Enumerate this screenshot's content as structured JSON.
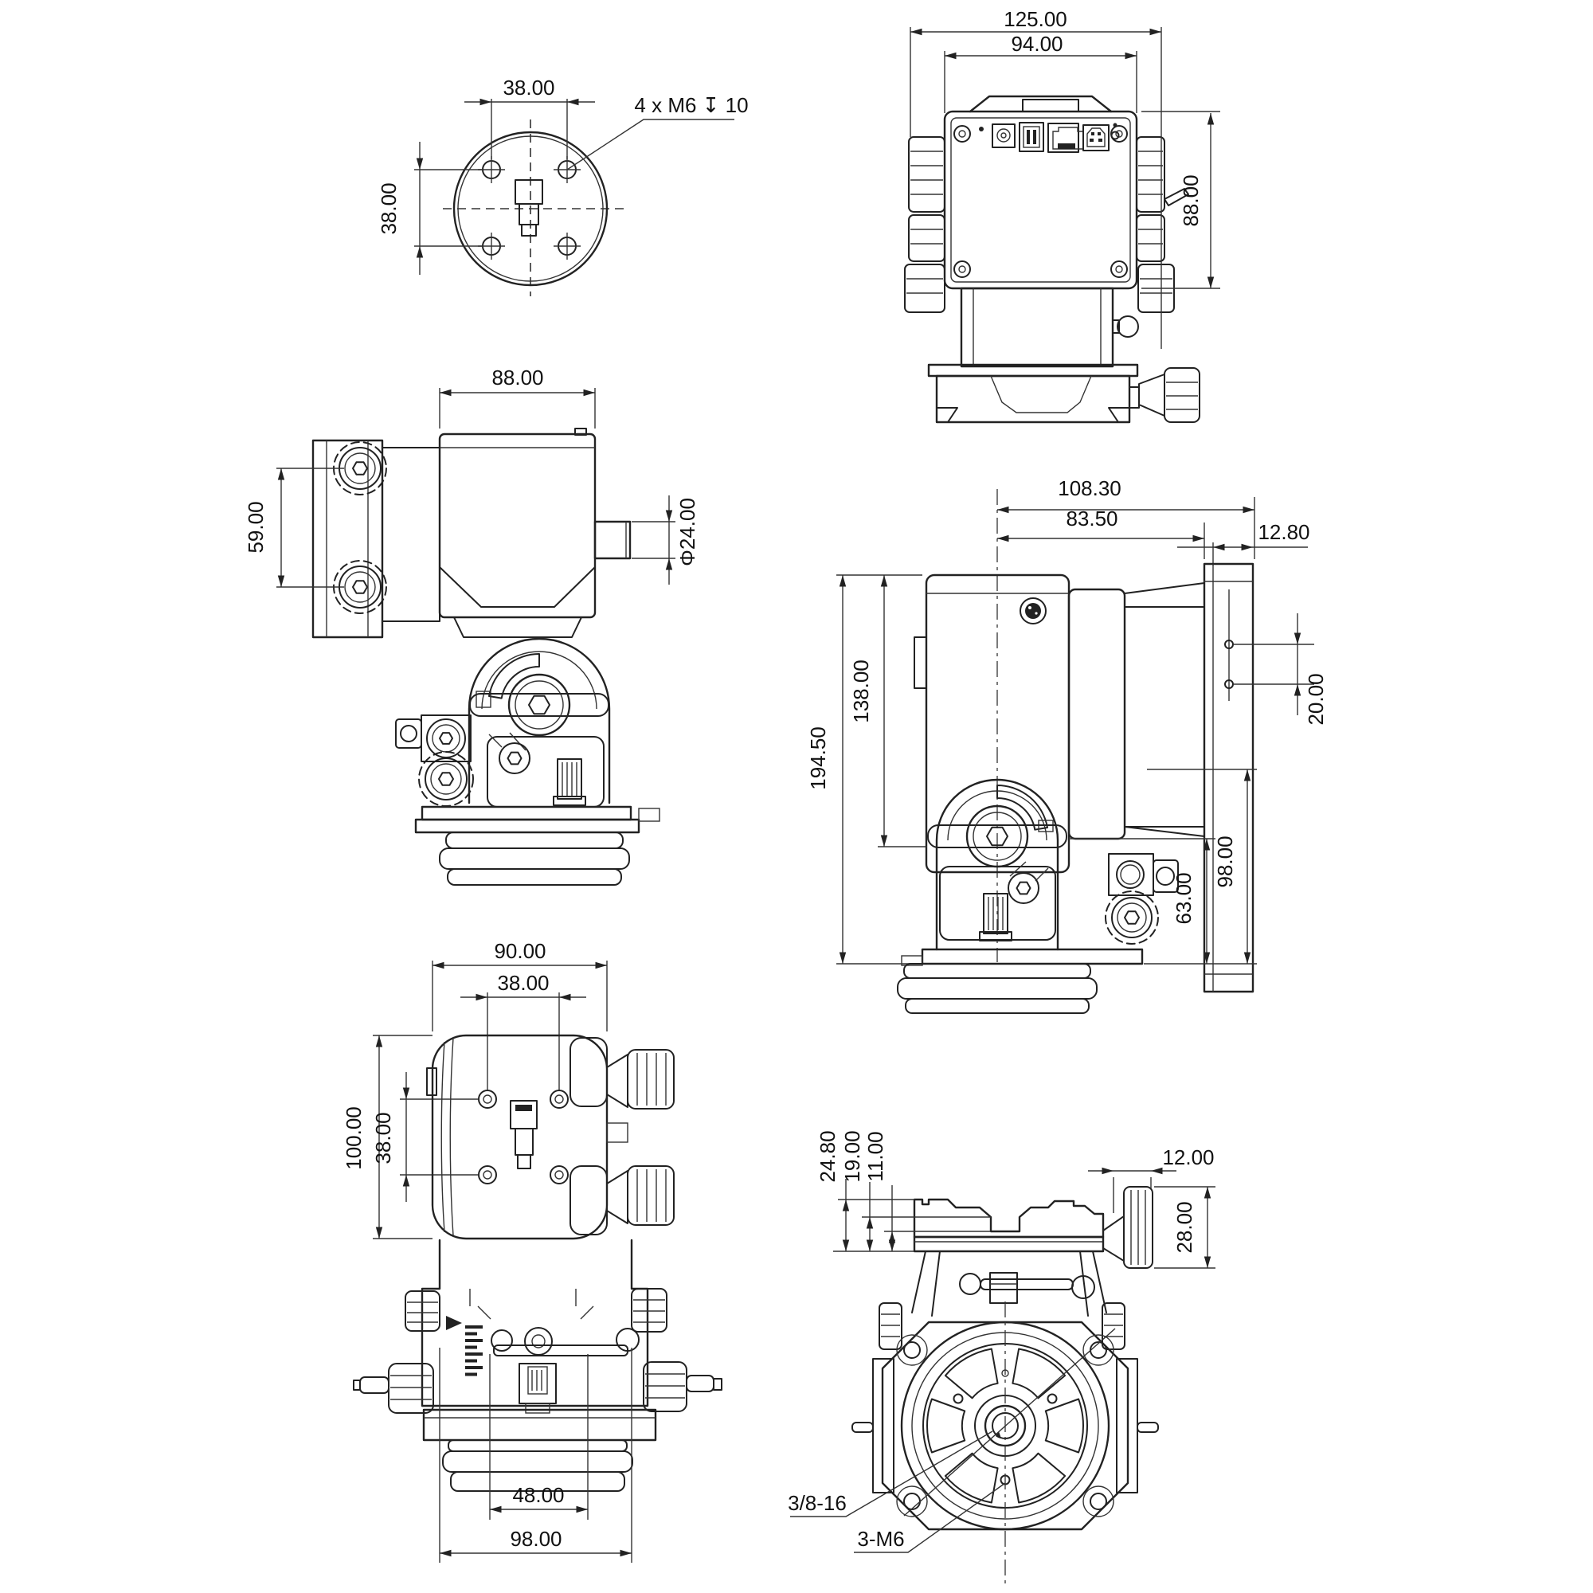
{
  "drawing": {
    "type": "multi-view engineering dimension drawing",
    "subject": "harmonic-drive equatorial telescope mount head",
    "units": "mm",
    "line_color": "#222222",
    "background_color": "#ffffff"
  },
  "views": {
    "plate_top": {
      "dim_hole_spacing_x": "38.00",
      "dim_hole_spacing_y": "38.00",
      "callout_threads": "4 x M6 ↧ 10"
    },
    "rear": {
      "dim_overall_width": "125.00",
      "dim_body_width": "94.00",
      "dim_body_height": "88.00"
    },
    "side_left": {
      "dim_body_width": "88.00",
      "dim_knob_spacing": "59.00",
      "dim_shaft_diameter": "Φ24.00"
    },
    "side_right": {
      "dim_saddle_outer_offset": "108.30",
      "dim_saddle_inner_offset": "83.50",
      "dim_plate_thickness": "12.80",
      "dim_plate_hole_spacing": "20.00",
      "dim_body_height": "138.00",
      "dim_overall_height": "194.50",
      "dim_lower_height": "98.00",
      "dim_knob_center_height": "63.00"
    },
    "top": {
      "dim_body_width": "90.00",
      "dim_hole_spacing_x": "38.00",
      "dim_body_depth": "100.00",
      "dim_hole_spacing_y": "38.00",
      "dim_base_inner_width": "48.00",
      "dim_base_outer_width": "98.00"
    },
    "bottom": {
      "dim_saddle_total": "24.80",
      "dim_saddle_mid": "19.00",
      "dim_saddle_inner": "11.00",
      "dim_knob_length": "12.00",
      "dim_knob_diameter": "28.00",
      "callout_center_thread": "3/8-16",
      "callout_mount_holes": "3-M6"
    }
  }
}
